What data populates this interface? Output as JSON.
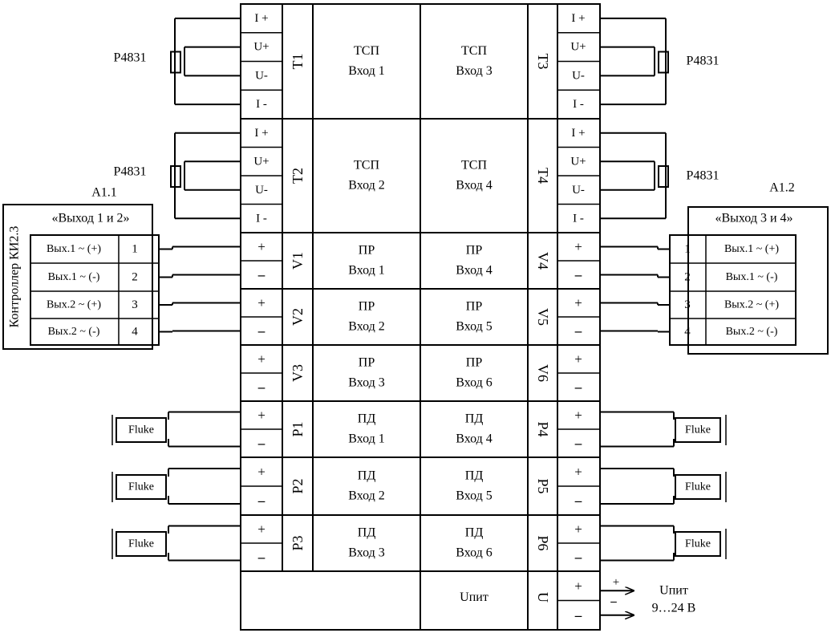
{
  "resistor_label": "P4831",
  "controller_label": "Контроллер КИ2.3",
  "left_block": {
    "id": "A1.1",
    "title": "«Выход 1 и 2»"
  },
  "right_block": {
    "id": "A1.2",
    "title": "«Выход 3 и 4»"
  },
  "outputs": [
    "Вых.1 ~ (+)",
    "Вых.1 ~ (-)",
    "Вых.2 ~ (+)",
    "Вых.2 ~ (-)"
  ],
  "output_nums": [
    "1",
    "2",
    "3",
    "4"
  ],
  "fluke_label": "Fluke",
  "tc_terms": [
    "I +",
    "U+",
    "U-",
    "I -"
  ],
  "plus": "+",
  "minus": "–",
  "channels": [
    {
      "left": "T1",
      "right": "T3",
      "l1": "ТСП",
      "l2": "Вход 1",
      "r1": "ТСП",
      "r2": "Вход 3"
    },
    {
      "left": "T2",
      "right": "T4",
      "l1": "ТСП",
      "l2": "Вход 2",
      "r1": "ТСП",
      "r2": "Вход 4"
    },
    {
      "left": "V1",
      "right": "V4",
      "l1": "ПР",
      "l2": "Вход 1",
      "r1": "ПР",
      "r2": "Вход 4"
    },
    {
      "left": "V2",
      "right": "V5",
      "l1": "ПР",
      "l2": "Вход 2",
      "r1": "ПР",
      "r2": "Вход 5"
    },
    {
      "left": "V3",
      "right": "V6",
      "l1": "ПР",
      "l2": "Вход 3",
      "r1": "ПР",
      "r2": "Вход 6"
    },
    {
      "left": "P1",
      "right": "P4",
      "l1": "ПД",
      "l2": "Вход 1",
      "r1": "ПД",
      "r2": "Вход 4"
    },
    {
      "left": "P2",
      "right": "P5",
      "l1": "ПД",
      "l2": "Вход 2",
      "r1": "ПД",
      "r2": "Вход 5"
    },
    {
      "left": "P3",
      "right": "P6",
      "l1": "ПД",
      "l2": "Вход 3",
      "r1": "ПД",
      "r2": "Вход 6"
    }
  ],
  "power": {
    "label": "Uпит",
    "ch": "U",
    "out_label": "Uпит",
    "range": "9…24 В",
    "plus": "+",
    "minus": "–"
  }
}
